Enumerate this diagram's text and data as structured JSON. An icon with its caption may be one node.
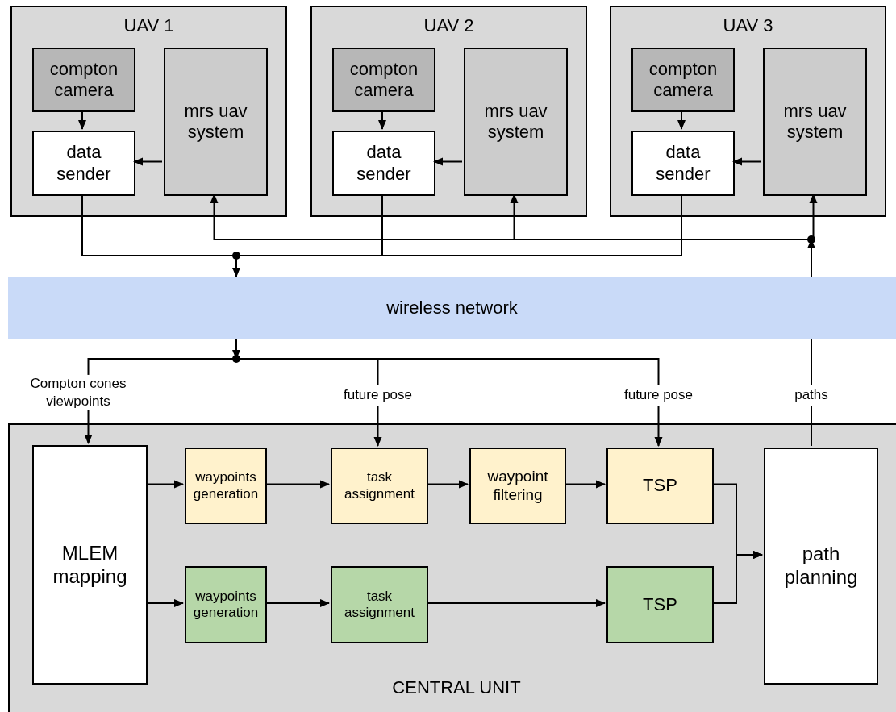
{
  "diagram": {
    "nodes": [
      {
        "text": [
          "UAV 1"
        ]
      },
      {
        "text": [
          "compton camera"
        ],
        "in": 0
      },
      {
        "text": [
          "data sender"
        ],
        "in": 0
      },
      {
        "text": [
          "mrs uav system"
        ],
        "in": 0
      },
      {
        "text": [
          "UAV 2"
        ]
      },
      {
        "text": [
          "compton camera"
        ],
        "in": 4
      },
      {
        "text": [
          "data sender"
        ],
        "in": 4
      },
      {
        "text": [
          "mrs uav system"
        ],
        "in": 4
      },
      {
        "text": [
          "UAV 3"
        ]
      },
      {
        "text": [
          "compton camera"
        ],
        "in": 8
      },
      {
        "text": [
          "data sender"
        ],
        "in": 8
      },
      {
        "text": [
          "mrs uav system"
        ],
        "in": 8
      },
      {
        "text": [
          "wireless network"
        ]
      },
      {
        "text": [
          "CENTRAL UNIT"
        ]
      },
      {
        "text": [
          "MLEM mapping"
        ],
        "in": 13
      },
      {
        "text": [
          "waypoints generation"
        ],
        "in": 13
      },
      {
        "text": [
          "task assignment"
        ],
        "in": 13
      },
      {
        "text": [
          "waypoint filtering"
        ],
        "in": 13
      },
      {
        "text": [
          "TSP"
        ],
        "in": 13
      },
      {
        "text": [
          "path planning"
        ],
        "in": 13
      },
      {
        "text": [
          "waypoints generation"
        ],
        "in": 13
      },
      {
        "text": [
          "task assignment"
        ],
        "in": 13
      },
      {
        "text": [
          "TSP"
        ],
        "in": 13
      }
    ],
    "edges": [
      {
        "from": 1,
        "to": 2,
        "arrow": "to"
      },
      {
        "from": 3,
        "to": 2,
        "arrow": "to"
      },
      {
        "from": 5,
        "to": 6,
        "arrow": "to"
      },
      {
        "from": 7,
        "to": 6,
        "arrow": "to"
      },
      {
        "from": 9,
        "to": 10,
        "arrow": "to"
      },
      {
        "from": 11,
        "to": 10,
        "arrow": "to"
      },
      {
        "from": 2,
        "to": 12,
        "arrow": "to"
      },
      {
        "from": 6,
        "to": 12,
        "arrow": "to"
      },
      {
        "from": 10,
        "to": 12,
        "arrow": "to"
      },
      {
        "from": 12,
        "to": 14,
        "arrow": "to",
        "label": "Compton cones viewpoints"
      },
      {
        "from": 12,
        "to": 16,
        "arrow": "to",
        "label": "future pose"
      },
      {
        "from": 12,
        "to": 18,
        "arrow": "to",
        "label": "future pose"
      },
      {
        "from": 19,
        "to": 12,
        "arrow": "none",
        "label": "paths"
      },
      {
        "from": 12,
        "to": 3,
        "arrow": "to"
      },
      {
        "from": 12,
        "to": 7,
        "arrow": "to"
      },
      {
        "from": 12,
        "to": 11,
        "arrow": "to"
      },
      {
        "from": 14,
        "to": 15,
        "arrow": "to"
      },
      {
        "from": 14,
        "to": 20,
        "arrow": "to"
      },
      {
        "from": 15,
        "to": 16,
        "arrow": "to"
      },
      {
        "from": 16,
        "to": 17,
        "arrow": "to"
      },
      {
        "from": 17,
        "to": 18,
        "arrow": "to"
      },
      {
        "from": 20,
        "to": 21,
        "arrow": "to"
      },
      {
        "from": 21,
        "to": 22,
        "arrow": "to"
      },
      {
        "from": 18,
        "to": 19,
        "arrow": "to"
      },
      {
        "from": 22,
        "to": 19,
        "arrow": "to"
      }
    ]
  }
}
